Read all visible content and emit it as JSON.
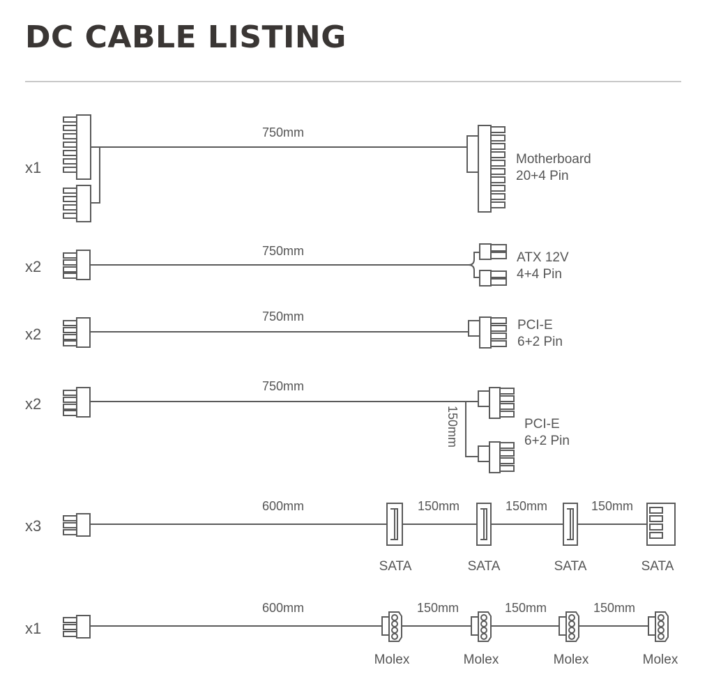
{
  "title": "DC CABLE LISTING",
  "colors": {
    "line": "#5a5a5a",
    "text": "#555555",
    "title": "#3a3634",
    "rule": "#c8c8c8"
  },
  "cables": [
    {
      "qty": "x1",
      "length": "750mm",
      "label_line1": "Motherboard",
      "label_line2": "20+4 Pin"
    },
    {
      "qty": "x2",
      "length": "750mm",
      "label_line1": "ATX 12V",
      "label_line2": "4+4 Pin"
    },
    {
      "qty": "x2",
      "length": "750mm",
      "label_line1": "PCI-E",
      "label_line2": "6+2 Pin"
    },
    {
      "qty": "x2",
      "length": "750mm",
      "branch_length": "150mm",
      "label_line1": "PCI-E",
      "label_line2": "6+2 Pin"
    },
    {
      "qty": "x3",
      "length": "600mm",
      "segment_lengths": [
        "150mm",
        "150mm",
        "150mm"
      ],
      "connector_labels": [
        "SATA",
        "SATA",
        "SATA",
        "SATA"
      ]
    },
    {
      "qty": "x1",
      "length": "600mm",
      "segment_lengths": [
        "150mm",
        "150mm",
        "150mm"
      ],
      "connector_labels": [
        "Molex",
        "Molex",
        "Molex",
        "Molex"
      ]
    }
  ]
}
